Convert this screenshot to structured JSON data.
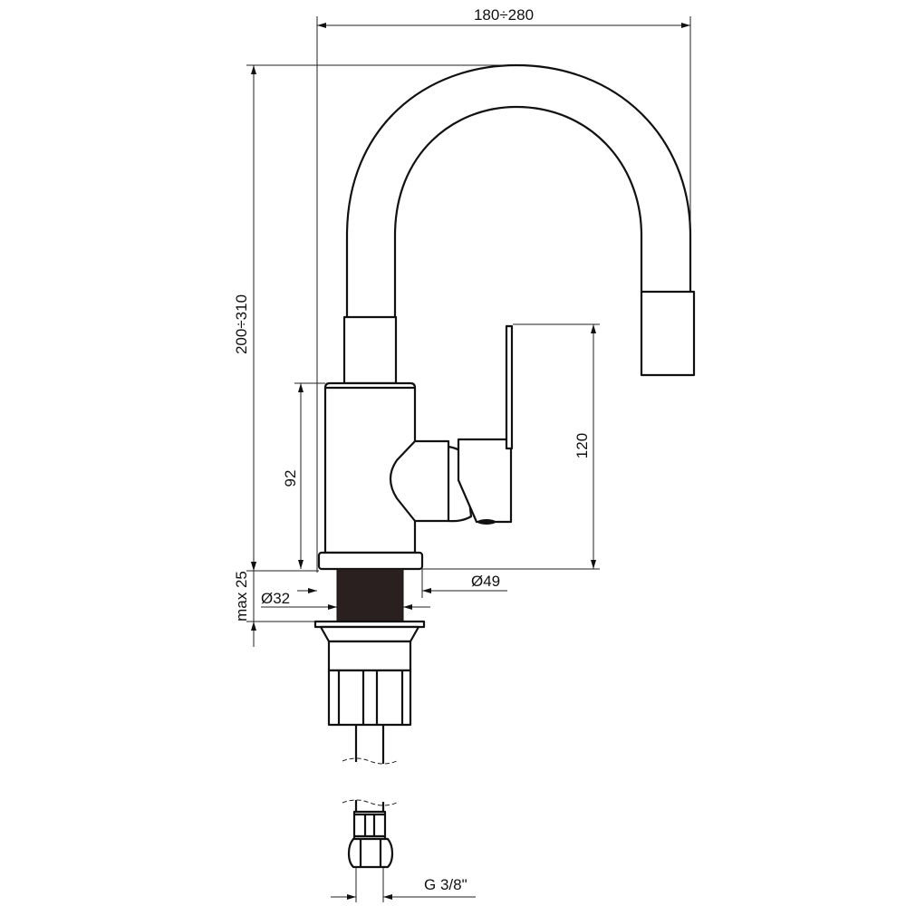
{
  "drawing": {
    "title": "Faucet technical drawing",
    "colors": {
      "line": "#111111",
      "thread": "#2a2020",
      "background": "#ffffff"
    },
    "dimensions": {
      "spout_reach": "180÷280",
      "total_height": "200÷310",
      "body_height": "92",
      "lever_height": "120",
      "max_counter_thickness": "max 25",
      "base_diameter": "Ø49",
      "thread_diameter": "Ø32",
      "connection_thread": "G 3/8\""
    }
  }
}
